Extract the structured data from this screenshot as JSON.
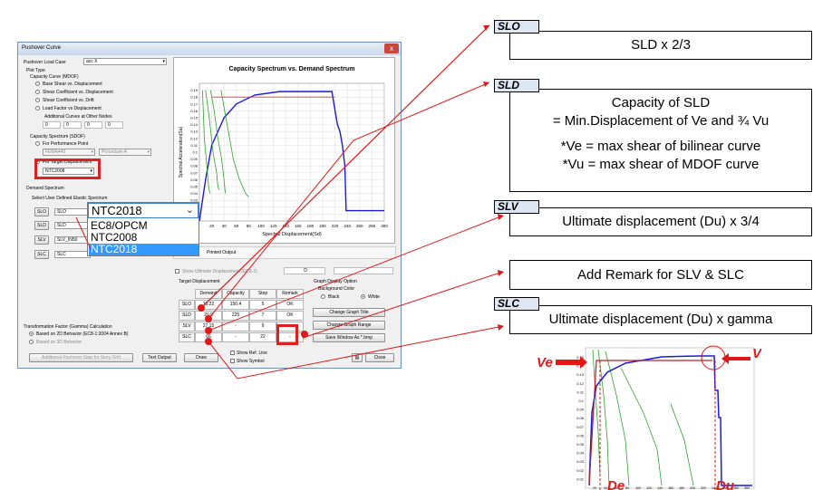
{
  "dialog": {
    "title": "Pushover Curve",
    "load_case_label": "Pushover Load Case",
    "load_case_value": "acc X",
    "plot_type_label": "Plot Type",
    "capacity_curve_label": "Capacity Curve (MDOF)",
    "curve_options": [
      "Base Shear vs. Displacement",
      "Shear Coefficient vs. Displacement",
      "Shear Coefficient vs. Drift",
      "Load Factor vs Displacement"
    ],
    "additional_curves_label": "Additional Curves at Other Nodes",
    "node_boxes": [
      "0",
      "0",
      "0",
      "0"
    ],
    "capacity_spectrum_label": "Capacity Spectrum (SDOF)",
    "perf_point_label": "For Performance Point",
    "fema_value": "FEMA440",
    "procedure_value": "Procedure-A",
    "target_disp_label": "For Target Displacement",
    "ntc_value": "NTC2008",
    "demand_spectrum_label": "Demand Spectrum",
    "select_spectrum_label": "Select User Defined Elastic Spectrum",
    "spectrum_rows": [
      {
        "label": "SLO",
        "value": "SLO"
      },
      {
        "label": "SLD",
        "value": "SLD"
      },
      {
        "label": "SLV",
        "value": "SLV_IN50"
      },
      {
        "label": "SLC",
        "value": "SLC"
      }
    ],
    "printed_output_label": "Printed Output",
    "show_ultimate_label": "Show Ultimate Displacement (EC8-2)",
    "d_label": "D",
    "target_displacement_label": "Target Displacement",
    "table_headers": [
      "Demand",
      "Capacity",
      "Step",
      "Remark"
    ],
    "table_rows": [
      {
        "name": "SLO",
        "demand": "16.22",
        "capacity": "150.4",
        "step": "5",
        "remark": "OK"
      },
      {
        "name": "SLD",
        "demand": "20.9",
        "capacity": "225",
        "step": "7",
        "remark": "OK"
      },
      {
        "name": "SLV",
        "demand": "27.15",
        "capacity": "-",
        "step": "9",
        "remark": "-"
      },
      {
        "name": "SLC",
        "demand": "66",
        "capacity": "-",
        "step": "22",
        "remark": "-"
      }
    ],
    "graph_display_label": "Graph Display Option",
    "bg_color_label": "Background Color",
    "black_label": "Black",
    "white_label": "White",
    "change_title_btn": "Change Graph Title",
    "change_range_btn": "Change Graph Range",
    "save_window_btn": "Save Window As *.bmp",
    "transformation_label": "Transformation Factor (Gamma) Calculation",
    "gamma_opt1": "Based on 2D Behavior (EC8-1:2004 Annex B)",
    "gamma_opt2": "Based on 3D Behavior",
    "show_ref_line": "Show Ref. Line",
    "show_symbol": "Show Symbol",
    "additional_step_btn": "Additional Pushover Step for Story Drift",
    "text_output_btn": "Text Output",
    "draw_btn": "Draw",
    "close_btn": "Close",
    "close_x": "x"
  },
  "dropdown": {
    "selected": "NTC2018",
    "options": [
      "EC8/OPCM",
      "NTC2008",
      "NTC2018"
    ]
  },
  "chart_data": {
    "type": "line",
    "title": "Capacity Spectrum vs. Demand Spectrum",
    "xlabel": "Spectral Displacement(Sd)",
    "ylabel": "Spectral Acceleration(Sa)",
    "xlim": [
      0,
      300
    ],
    "ylim": [
      0,
      0.2
    ],
    "x_ticks": [
      "20",
      "40",
      "60",
      "80",
      "100",
      "120",
      "140",
      "160",
      "180",
      "200",
      "220",
      "240",
      "260",
      "280",
      "300"
    ],
    "y_ticks": [
      "0.01",
      "0.02",
      "0.03",
      "0.04",
      "0.05",
      "0.06",
      "0.07",
      "0.08",
      "0.09",
      "0.1",
      "0.11",
      "0.12",
      "0.13",
      "0.14",
      "0.15",
      "0.16",
      "0.17",
      "0.18",
      "0.19"
    ],
    "series": [
      {
        "color": "#1a1adc",
        "x": [
          0,
          10,
          20,
          40,
          60,
          90,
          130,
          180,
          215,
          222,
          224,
          228,
          232,
          236,
          238,
          260,
          300
        ],
        "y": [
          0,
          0.06,
          0.11,
          0.15,
          0.17,
          0.183,
          0.188,
          0.188,
          0.188,
          0.15,
          0.14,
          0.13,
          0.11,
          0.08,
          0.015,
          0.015,
          0.015
        ]
      },
      {
        "color": "#e43030",
        "x": [
          20,
          220
        ],
        "y": [
          0.18,
          0.18
        ]
      },
      {
        "color": "#2ea12e",
        "x": [
          5,
          8,
          12,
          14,
          15,
          16,
          17
        ],
        "y": [
          0.19,
          0.12,
          0.08,
          0.06,
          0.05,
          0.045,
          0.04
        ]
      },
      {
        "color": "#2ea12e",
        "x": [
          10,
          16,
          22,
          28,
          30,
          32
        ],
        "y": [
          0.19,
          0.15,
          0.1,
          0.07,
          0.05,
          0.045
        ]
      },
      {
        "color": "#2ea12e",
        "x": [
          18,
          24,
          30,
          36,
          40,
          42
        ],
        "y": [
          0.19,
          0.16,
          0.12,
          0.09,
          0.06,
          0.04
        ]
      },
      {
        "color": "#2ea12e",
        "x": [
          35,
          45,
          55,
          65,
          75,
          80
        ],
        "y": [
          0.19,
          0.14,
          0.09,
          0.06,
          0.04,
          0.035
        ]
      }
    ]
  },
  "callouts": [
    {
      "tag": "SLO",
      "text": [
        "SLD x 2/3"
      ]
    },
    {
      "tag": "SLD",
      "text": [
        "Capacity of SLD",
        "= Min.Displacement of Ve and ¾ Vu",
        "",
        "*Ve = max shear of bilinear curve",
        "*Vu = max shear of MDOF curve"
      ]
    },
    {
      "tag": "SLV",
      "text": [
        "Ultimate displacement (Du) x 3/4"
      ]
    },
    {
      "tag": null,
      "text": [
        "Add Remark for SLV & SLC"
      ]
    },
    {
      "tag": "SLC",
      "text": [
        "Ultimate displacement (Du) x gamma"
      ]
    }
  ],
  "mini_chart": {
    "ve_label": "Ve",
    "vu_label": "Vu",
    "de_label": "De",
    "du_label": "Du",
    "y_ticks": [
      "0.15",
      "0.14",
      "0.13",
      "0.12",
      "0.11",
      "0.1",
      "0.09",
      "0.08",
      "0.07",
      "0.06",
      "0.05",
      "0.04",
      "0.03",
      "0.02",
      "0.01"
    ],
    "x_ticks": [
      "20",
      "40",
      "60",
      "80",
      "100",
      "120",
      "140",
      "160",
      "180",
      "200",
      "220",
      "240",
      "260",
      "280",
      "300"
    ]
  },
  "colors": {
    "accent_red": "#e01818",
    "tag_fill": "#dde6f3",
    "capacity_blue": "#1a1adc",
    "demand_green": "#2ea12e"
  }
}
